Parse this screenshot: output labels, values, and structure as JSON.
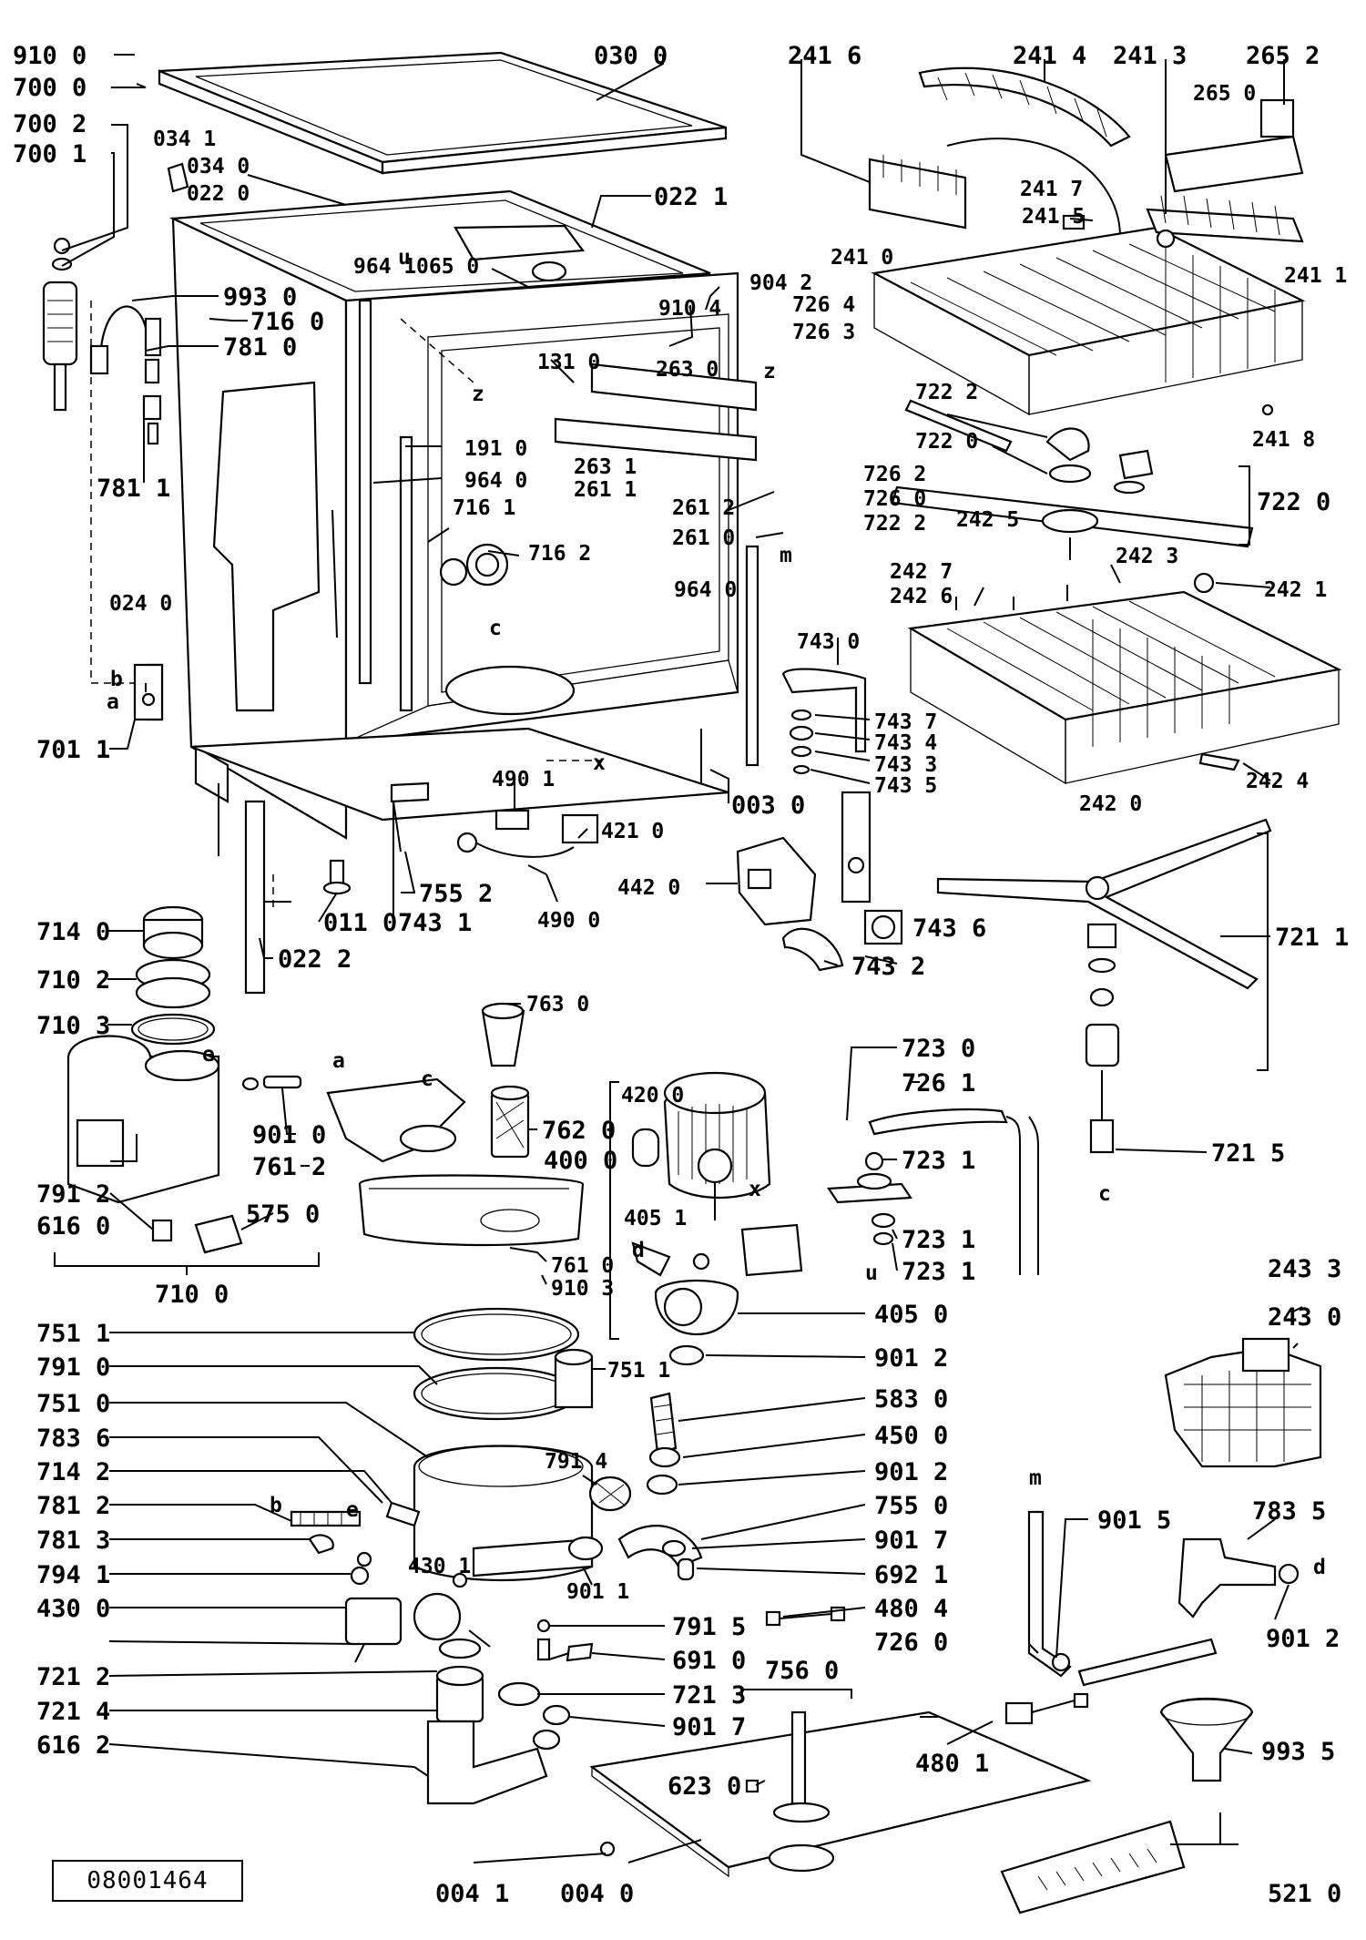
{
  "document_code": "08001464",
  "letter_marks": [
    "a",
    "a",
    "b",
    "b",
    "c",
    "c",
    "c",
    "d",
    "d",
    "e",
    "e",
    "m",
    "m",
    "u",
    "u",
    "x",
    "x",
    "z",
    "z"
  ],
  "labels": [
    "910 0",
    "700 0",
    "700 2",
    "700 1",
    "034 1",
    "034 0",
    "022 0",
    "030 0",
    "022 1",
    "964 1",
    "065 0",
    "904 2",
    "910 4",
    "726 4",
    "726 3",
    "993 0",
    "716 0",
    "781 0",
    "131 0",
    "263 0",
    "263 1",
    "261 1",
    "191 0",
    "964 0",
    "716 1",
    "716 2",
    "261 2",
    "261 0",
    "726 2",
    "726 0",
    "722 2",
    "781 1",
    "241 6",
    "241 4",
    "241 3",
    "265 2",
    "265 0",
    "241 7",
    "241 5",
    "241 0",
    "241 1",
    "722 2",
    "722 0",
    "241 8",
    "722 0",
    "242 5",
    "242 3",
    "242 7",
    "242 6",
    "242 1",
    "242 0",
    "242 4",
    "024 0",
    "701 1",
    "964 0",
    "743 0",
    "743 7",
    "743 4",
    "743 3",
    "743 5",
    "490 1",
    "421 0",
    "003 0",
    "490 0",
    "442 0",
    "755 2",
    "743 1",
    "011 0",
    "022 2",
    "714 0",
    "710 2",
    "710 3",
    "743 6",
    "743 2",
    "721 1",
    "763 0",
    "762 0",
    "723 0",
    "726 1",
    "420 0",
    "400 0",
    "723 1",
    "901 0",
    "761 2",
    "405 1",
    "723 1",
    "723 1",
    "721 5",
    "791 2",
    "616 0",
    "575 0",
    "761 0",
    "910 3",
    "710 0",
    "405 0",
    "751 1",
    "751 1",
    "791 0",
    "901 2",
    "243 3",
    "243 0",
    "751 0",
    "583 0",
    "783 6",
    "450 0",
    "791 4",
    "714 2",
    "901 2",
    "781 2",
    "755 0",
    "901 5",
    "783 5",
    "781 3",
    "901 7",
    "794 1",
    "430 1",
    "692 1",
    "430 0",
    "901 1",
    "791 5",
    "480 4",
    "726 0",
    "901 2",
    "721 2",
    "691 0",
    "756 0",
    "721 3",
    "721 4",
    "901 7",
    "480 1",
    "993 5",
    "616 2",
    "623 0",
    "004 1",
    "004 0",
    "521 0"
  ]
}
